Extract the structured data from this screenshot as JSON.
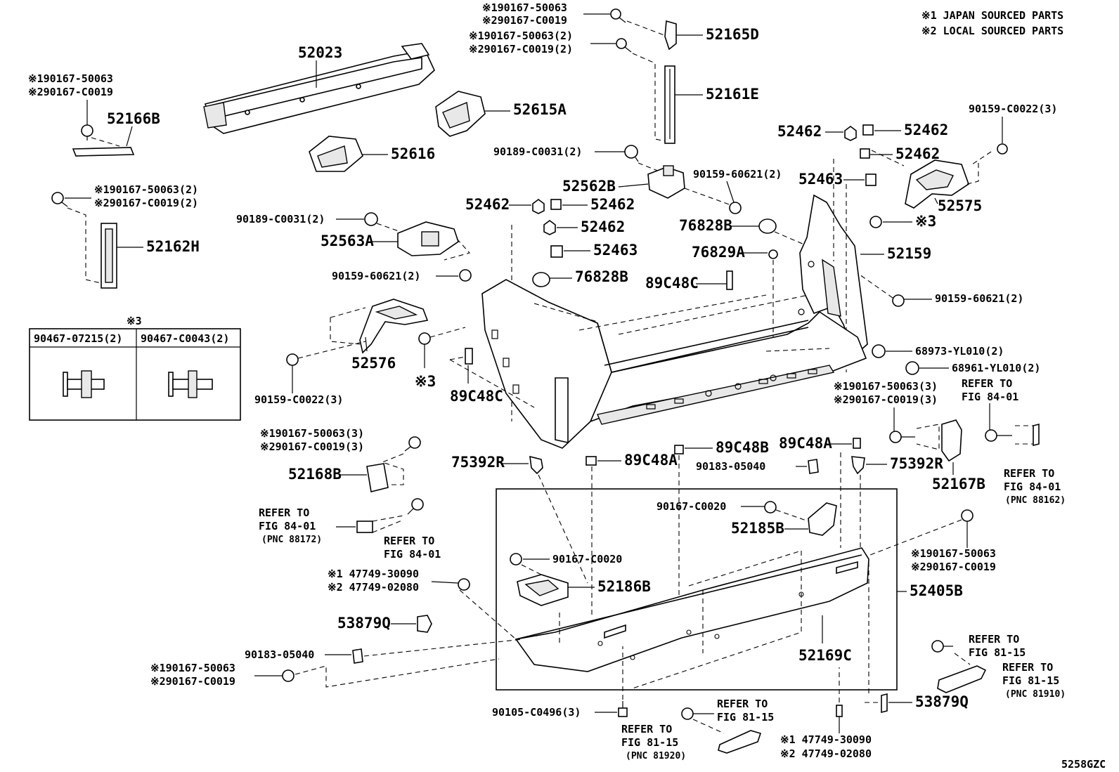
{
  "notes": {
    "japan": "※1 JAPAN SOURCED PARTS",
    "local": "※2 LOCAL SOURCED PARTS"
  },
  "diagram_code": "5258GZC",
  "legend_table": {
    "marker": "※3",
    "col1": "90467-07215(2)",
    "col2": "90467-C0043(2)"
  },
  "labels": {
    "l52165d_a": "※190167-50063",
    "l52165d_b": "※290167-C0019",
    "l52165d_c": "※190167-50063(2)",
    "l52165d_d": "※290167-C0019(2)",
    "p52165d": "52165D",
    "p52161e": "52161E",
    "p52023": "52023",
    "p52615a": "52615A",
    "p52616": "52616",
    "l52166b_a": "※190167-50063",
    "l52166b_b": "※290167-C0019",
    "p52166b": "52166B",
    "l52162h_a": "※190167-50063(2)",
    "l52162h_b": "※290167-C0019(2)",
    "p52162h": "52162H",
    "p52462_1": "52462",
    "p52462_2": "52462",
    "p52462_3": "52462",
    "p90159c0022_top": "90159-C0022(3)",
    "p90189c0031_a": "90189-C0031(2)",
    "p52463_a": "52463",
    "p52562b": "52562B",
    "p9015960621_a": "90159-60621(2)",
    "p52575": "52575",
    "p52462_4": "52462",
    "p52462_5": "52462",
    "p52462_6": "52462",
    "p90189c0031_b": "90189-C0031(2)",
    "p52563a": "52563A",
    "p76828b_a": "76828B",
    "mk3_a": "※3",
    "p52159": "52159",
    "p52463_b": "52463",
    "p76829a": "76829A",
    "p9015960621_b": "90159-60621(2)",
    "p76828b_b": "76828B",
    "p89c48c_a": "89C48C",
    "p9015960621_c": "90159-60621(2)",
    "p68973": "68973-YL010(2)",
    "p68961": "68961-YL010(2)",
    "p52576": "52576",
    "mk3_b": "※3",
    "p89c48c_b": "89C48C",
    "p90159c0022_b": "90159-C0022(3)",
    "l52167b_a": "※190167-50063(3)",
    "l52167b_b": "※290167-C0019(3)",
    "ref8401_a1": "REFER TO",
    "ref8401_a2": "FIG 84-01",
    "p52167b": "52167B",
    "ref8401_b1": "REFER TO",
    "ref8401_b2": "FIG 84-01",
    "pnc88162": "(PNC 88162)",
    "l52168b_a": "※190167-50063(3)",
    "l52168b_b": "※290167-C0019(3)",
    "p52168b": "52168B",
    "p75392r_a": "75392R",
    "p89c48a_a": "89C48A",
    "p89c48b": "89C48B",
    "p89c48a_b": "89C48A",
    "p9018305040_a": "90183-05040",
    "p75392r_b": "75392R",
    "ref8401_c1": "REFER TO",
    "ref8401_c2": "FIG 84-01",
    "pnc88172": "(PNC 88172)",
    "ref8401_d1": "REFER TO",
    "ref8401_d2": "FIG 84-01",
    "p90167c0020_a": "90167-C0020",
    "p52185b": "52185B",
    "p90167c0020_b": "90167-C0020",
    "l52405b_a": "※190167-50063",
    "l52405b_b": "※290167-C0019",
    "p52405b": "52405B",
    "l47749_a": "※1 47749-30090",
    "l47749_b": "※2 47749-02080",
    "p52186b": "52186B",
    "p53879q_a": "53879Q",
    "p52169c": "52169C",
    "p9018305040_b": "90183-05040",
    "l_bot_a": "※190167-50063",
    "l_bot_b": "※290167-C0019",
    "ref8115_a1": "REFER TO",
    "ref8115_a2": "FIG 81-15",
    "ref8115_b1": "REFER TO",
    "ref8115_b2": "FIG 81-15",
    "pnc81910": "(PNC 81910)",
    "p90105c0496": "90105-C0496(3)",
    "ref8115_c1": "REFER TO",
    "ref8115_c2": "FIG 81-15",
    "ref8115_d1": "REFER TO",
    "ref8115_d2": "FIG 81-15",
    "pnc81920": "(PNC 81920)",
    "p53879q_b": "53879Q",
    "l47749_c": "※1 47749-30090",
    "l47749_d": "※2 47749-02080"
  }
}
